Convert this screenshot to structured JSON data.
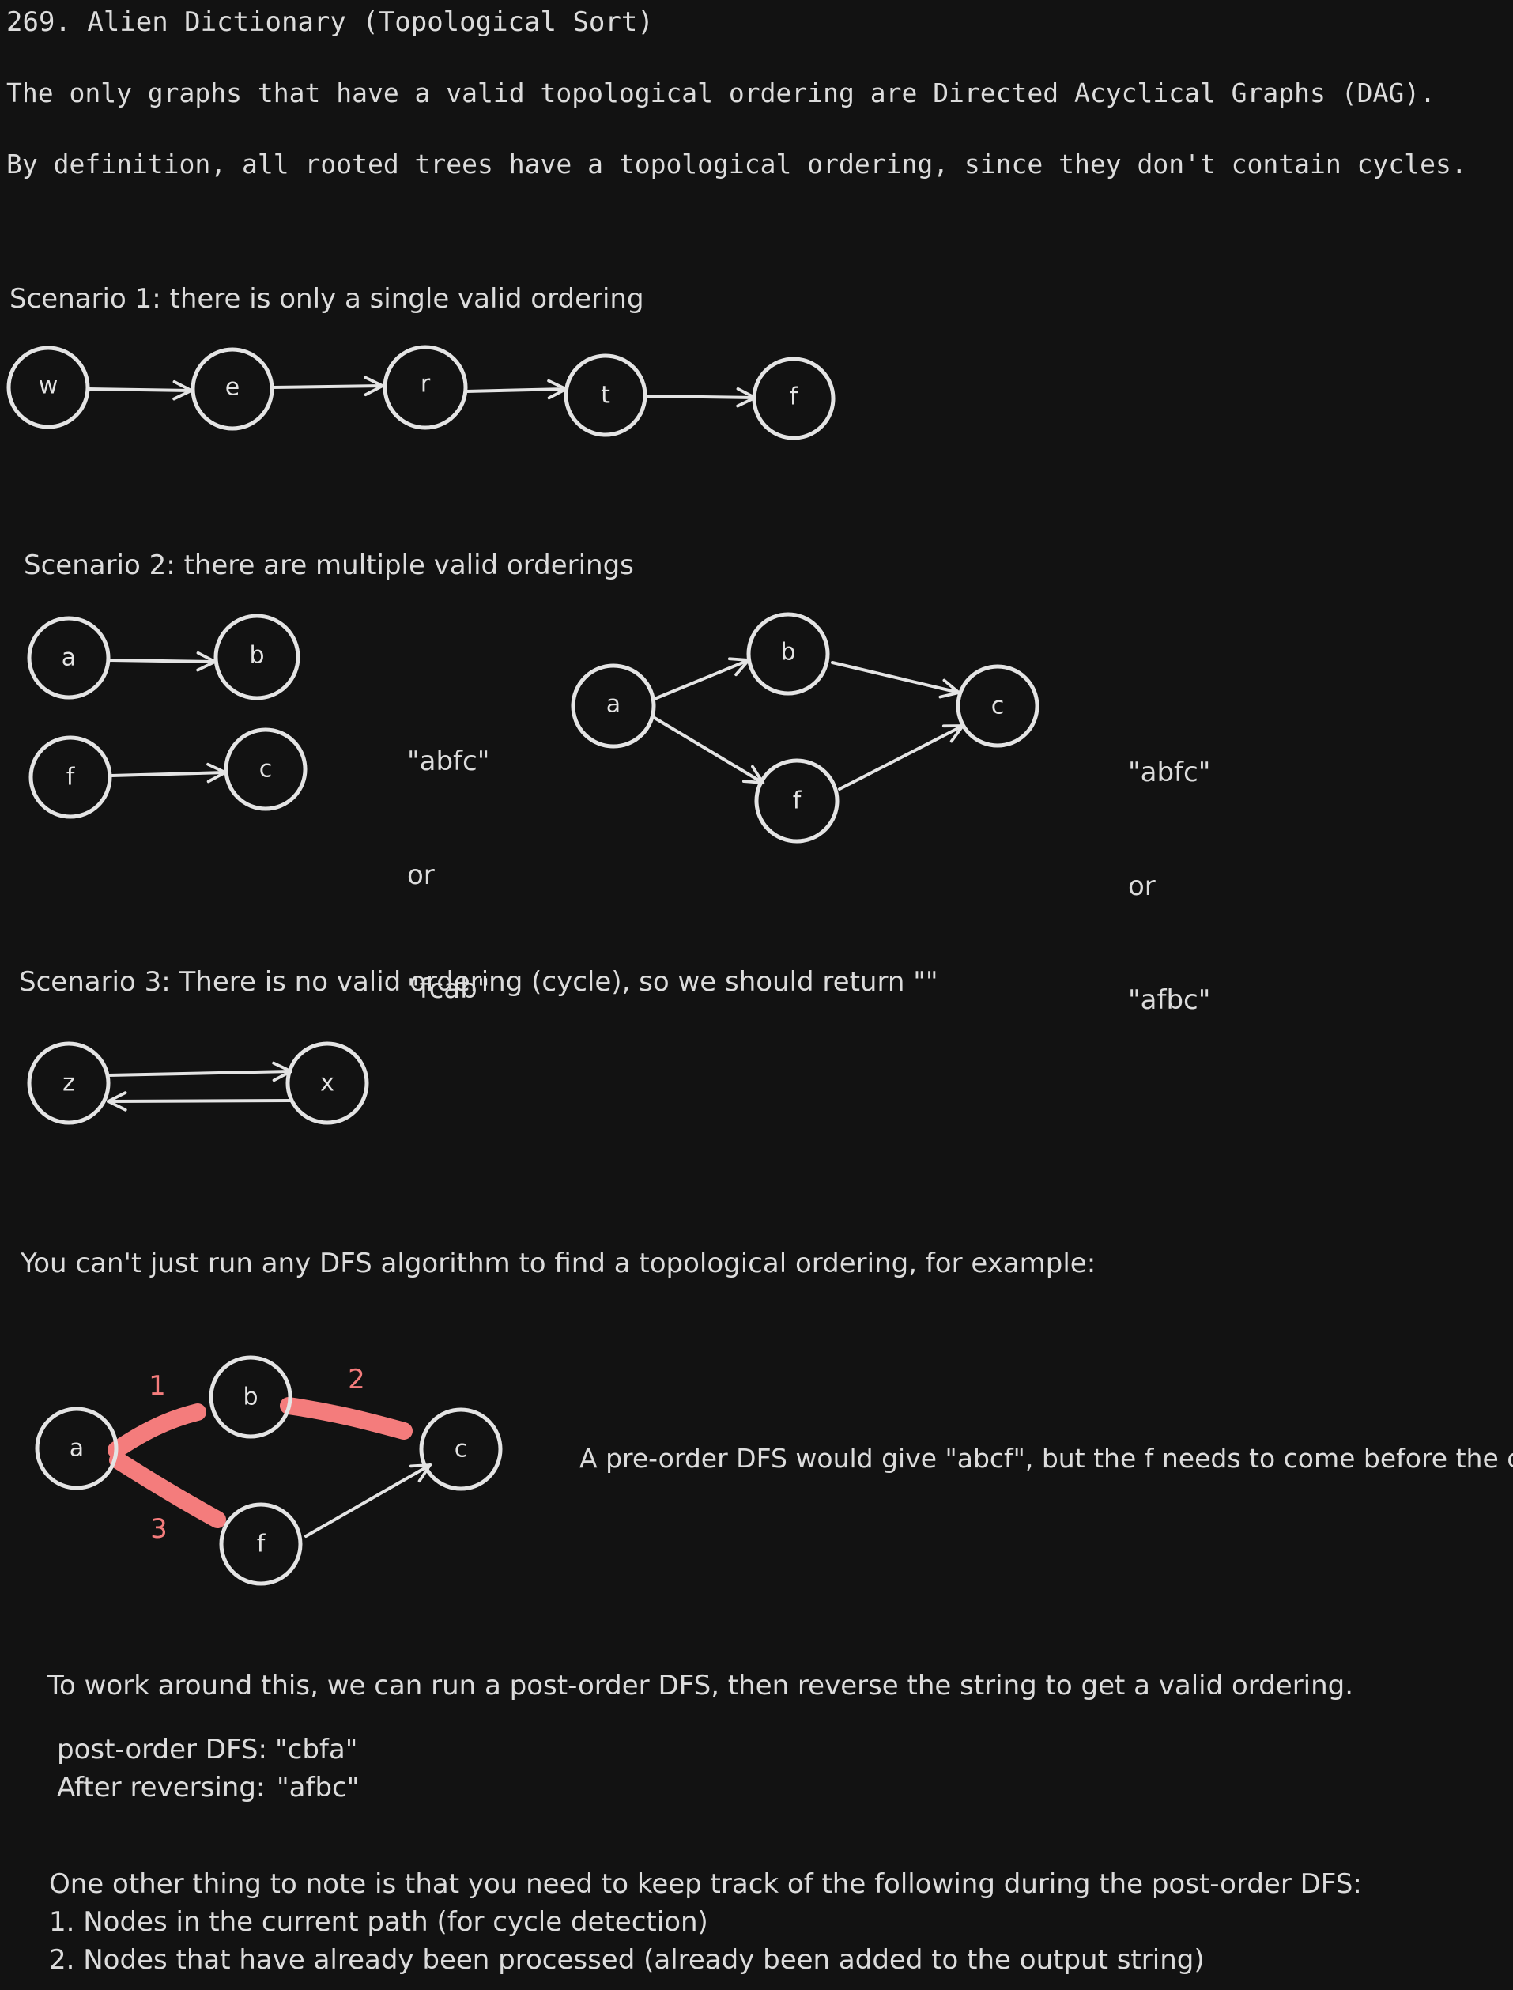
{
  "title": "269. Alien Dictionary (Topological Sort)",
  "intro": {
    "line1": "The only graphs that have a valid topological ordering are Directed Acyclical Graphs (DAG).",
    "line2": "By definition, all rooted trees have a topological ordering, since they don't contain cycles."
  },
  "scenario1": {
    "heading": "Scenario 1: there is only a single valid ordering",
    "nodes": [
      "w",
      "e",
      "r",
      "t",
      "f"
    ]
  },
  "scenario2": {
    "heading": "Scenario 2: there are multiple valid orderings",
    "graph_a": {
      "nodes": [
        "a",
        "b",
        "f",
        "c"
      ]
    },
    "answer_a": [
      "\"abfc\"",
      "or",
      "\"fcab\""
    ],
    "graph_b": {
      "nodes": [
        "a",
        "b",
        "f",
        "c"
      ]
    },
    "answer_b": [
      "\"abfc\"",
      "or",
      "\"afbc\""
    ]
  },
  "scenario3": {
    "heading": "Scenario 3: There is no valid ordering (cycle), so we should return \"\"",
    "nodes": [
      "z",
      "x"
    ]
  },
  "dfs_example": {
    "heading": "You can't just run any DFS algorithm to find a topological ordering, for example:",
    "nodes": [
      "a",
      "b",
      "f",
      "c"
    ],
    "step_labels": [
      "1",
      "2",
      "3"
    ],
    "note": "A pre-order DFS would give \"abcf\", but the f needs to come before the c"
  },
  "workaround": {
    "text": "To work around this, we can run a post-order DFS, then reverse the string to get a valid ordering.",
    "post_label": "post-order DFS:",
    "post_value": "\"cbfa\"",
    "rev_label": "After reversing:",
    "rev_value": "\"afbc\""
  },
  "notes": {
    "intro": "One other thing to note is that you need to keep track of the following during the post-order DFS:",
    "item1": "1. Nodes in the current path (for cycle detection)",
    "item2": "2. Nodes that have already been processed (already been added to the output string)"
  },
  "colors": {
    "background": "#121212",
    "text": "#dcdcdc",
    "highlight": "#f47c7c"
  }
}
